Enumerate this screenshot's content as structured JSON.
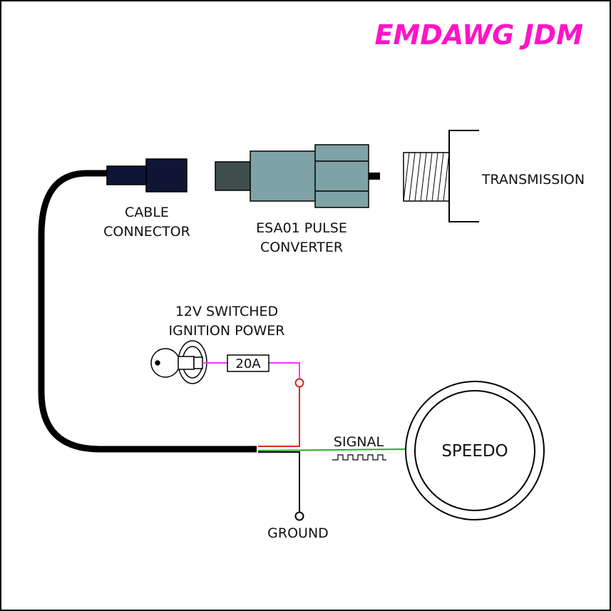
{
  "brand": {
    "text": "EMDAWG JDM",
    "color": "#ff14c8"
  },
  "labels": {
    "cable_connector": [
      "CABLE",
      "CONNECTOR"
    ],
    "converter": [
      "ESA01 PULSE",
      "CONVERTER"
    ],
    "transmission": "TRANSMISSION",
    "ignition": [
      "12V SWITCHED",
      "IGNITION POWER"
    ],
    "fuse": "20A",
    "signal": "SIGNAL",
    "speedo": "SPEEDO",
    "ground": "GROUND"
  },
  "colors": {
    "cable": "#000000",
    "connector": "#0f1535",
    "converter_body": "#7ea3a6",
    "converter_nose": "#3f4d4c",
    "power_wire": "#ff33ff",
    "switched_wire": "#e4231f",
    "signal_wire": "#21b021",
    "ground_wire": "#000000"
  },
  "icons": [
    "ignition-key-icon",
    "pulse-waveform-icon"
  ]
}
